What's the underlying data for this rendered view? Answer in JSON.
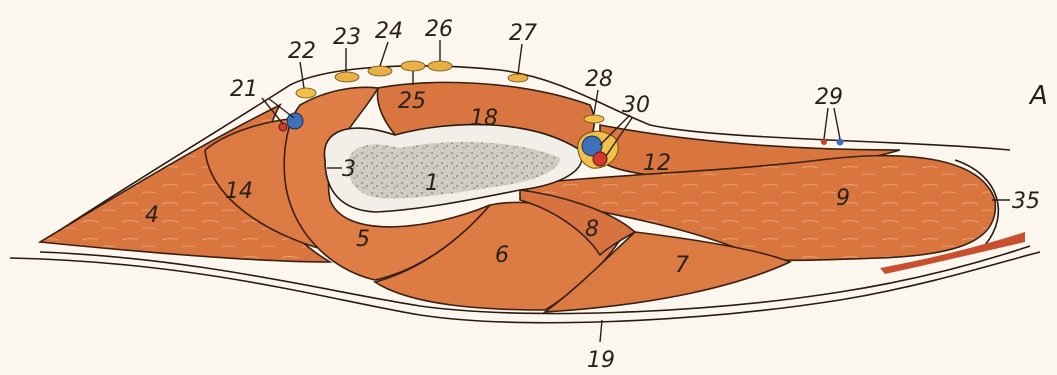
{
  "figure": {
    "panel_label": "A",
    "colors": {
      "muscle": "#d9763f",
      "muscle_light": "#e58a52",
      "muscle_dark": "#b85a2c",
      "bone": "#d7d4cb",
      "bone_edge": "#f1efe8",
      "fat": "#f0c04a",
      "vein": "#3f71b8",
      "artery": "#d23a2e",
      "fascia": "#f4ead8",
      "background": "#fbf7ef"
    },
    "labels": {
      "l1": "1",
      "l3": "3",
      "l4": "4",
      "l5": "5",
      "l6": "6",
      "l7": "7",
      "l8": "8",
      "l9": "9",
      "l12": "12",
      "l14": "14",
      "l18": "18",
      "l19": "19",
      "l21": "21",
      "l22": "22",
      "l23": "23",
      "l24": "24",
      "l25": "25",
      "l26": "26",
      "l27": "27",
      "l28": "28",
      "l29": "29",
      "l30": "30",
      "l35": "35"
    }
  }
}
